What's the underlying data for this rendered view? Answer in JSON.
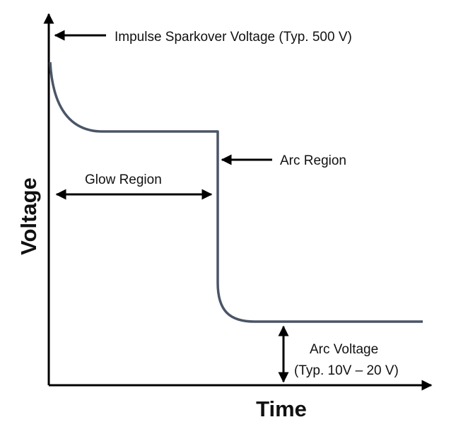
{
  "diagram": {
    "y_axis_label": "Voltage",
    "x_axis_label": "Time",
    "annotations": {
      "impulse": "Impulse Sparkover Voltage (Typ. 500 V)",
      "arc_region": "Arc Region",
      "glow_region": "Glow Region",
      "arc_voltage_line1": "Arc Voltage",
      "arc_voltage_line2": "(Typ. 10V – 20 V)"
    },
    "colors": {
      "curve": "#4a5566",
      "axes": "#000000",
      "arrows": "#000000"
    }
  }
}
